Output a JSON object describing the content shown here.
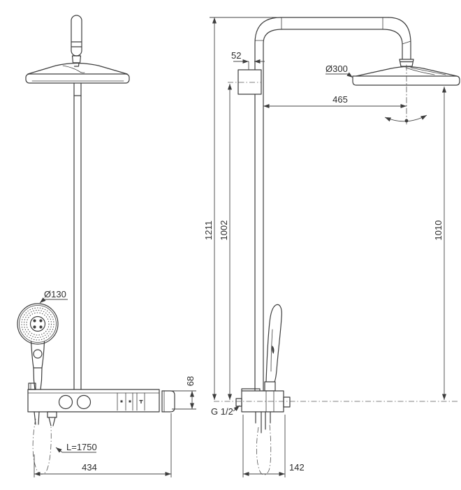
{
  "drawing": {
    "title": "shower-system-technical-drawing",
    "colors": {
      "line": "#3d3d3d",
      "dimension_line": "#454545",
      "text": "#2d2d2d",
      "background": "#ffffff"
    },
    "front_view": {
      "dimensions": {
        "hand_shower_diameter": "Ø130",
        "shelf_height": "68",
        "hose_length": "L=1750",
        "overall_width": "434"
      }
    },
    "side_view": {
      "dimensions": {
        "wall_offset": "52",
        "head_diameter": "Ø300",
        "head_reach": "465",
        "overall_height": "1211",
        "inlet_height": "1002",
        "head_clearance": "1010",
        "inlet_thread": "G 1/2",
        "body_depth": "142"
      }
    }
  }
}
